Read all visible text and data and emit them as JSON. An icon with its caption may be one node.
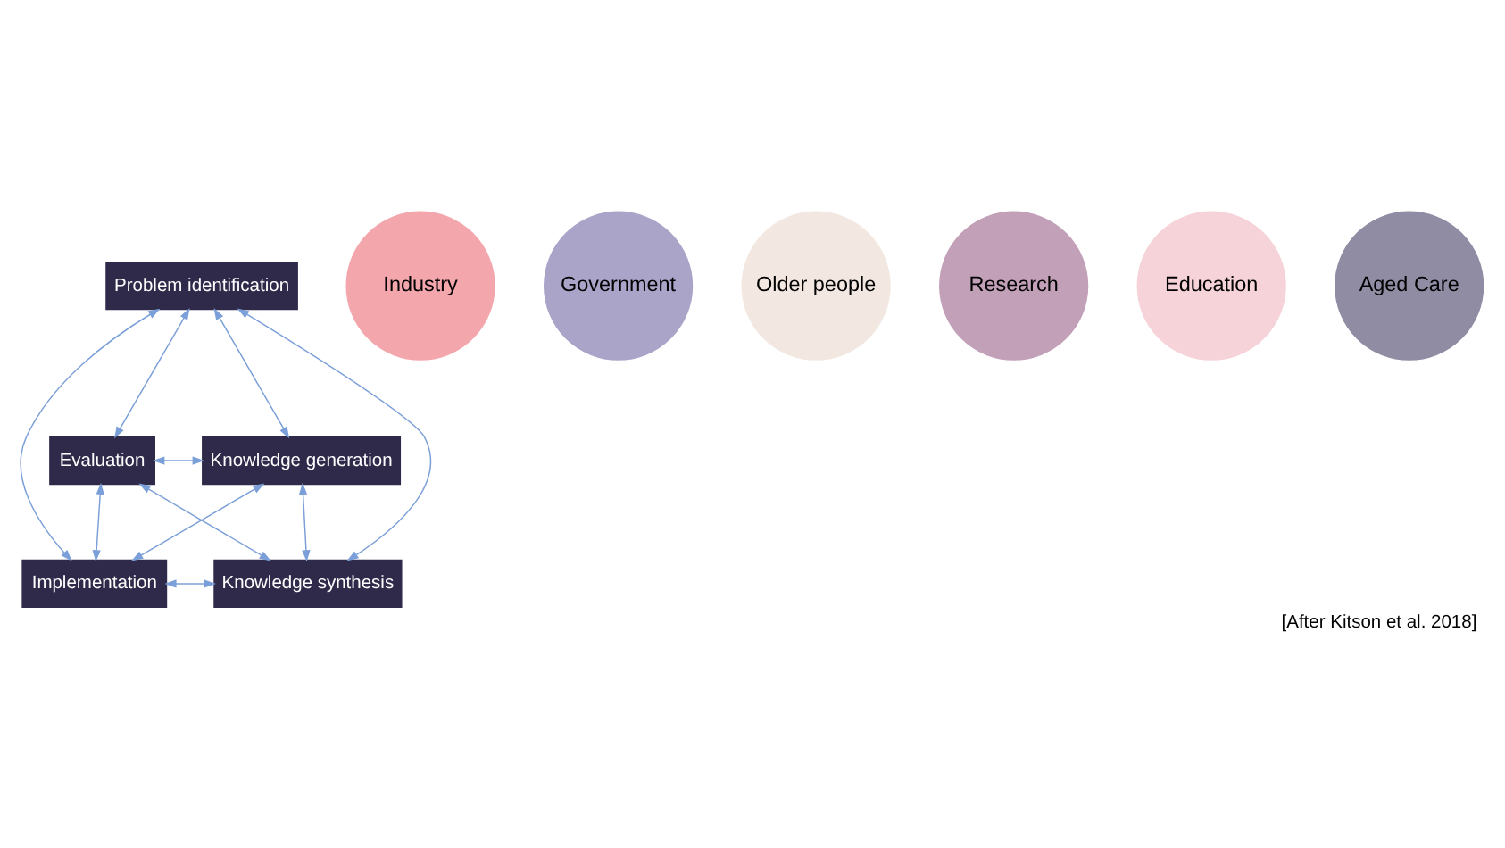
{
  "diagram": {
    "caption": "[After Kitson et al. 2018]",
    "nodes": [
      {
        "text": [
          "Problem identification"
        ]
      },
      {
        "text": [
          "Evaluation"
        ]
      },
      {
        "text": [
          "Knowledge generation"
        ]
      },
      {
        "text": [
          "Industry"
        ]
      },
      {
        "text": [
          "Government"
        ]
      },
      {
        "text": [
          "Older people"
        ]
      },
      {
        "text": [
          "Research"
        ]
      },
      {
        "text": [
          "Implementation"
        ]
      },
      {
        "text": [
          "Education"
        ]
      },
      {
        "text": [
          "Aged Care"
        ]
      },
      {
        "text": [
          "Knowledge synthesis"
        ]
      }
    ],
    "edges": [
      {
        "from": 0,
        "to": 1,
        "arrow": "both"
      },
      {
        "from": 0,
        "to": 2,
        "arrow": "both"
      },
      {
        "from": 1,
        "to": 2,
        "arrow": "both"
      },
      {
        "from": 1,
        "to": 7,
        "arrow": "both"
      },
      {
        "from": 2,
        "to": 10,
        "arrow": "both"
      },
      {
        "from": 7,
        "to": 10,
        "arrow": "both"
      },
      {
        "from": 0,
        "to": 7,
        "arrow": "both"
      },
      {
        "from": 0,
        "to": 10,
        "arrow": "both"
      },
      {
        "from": 1,
        "to": 10,
        "arrow": "both"
      },
      {
        "from": 2,
        "to": 7,
        "arrow": "both"
      }
    ]
  }
}
